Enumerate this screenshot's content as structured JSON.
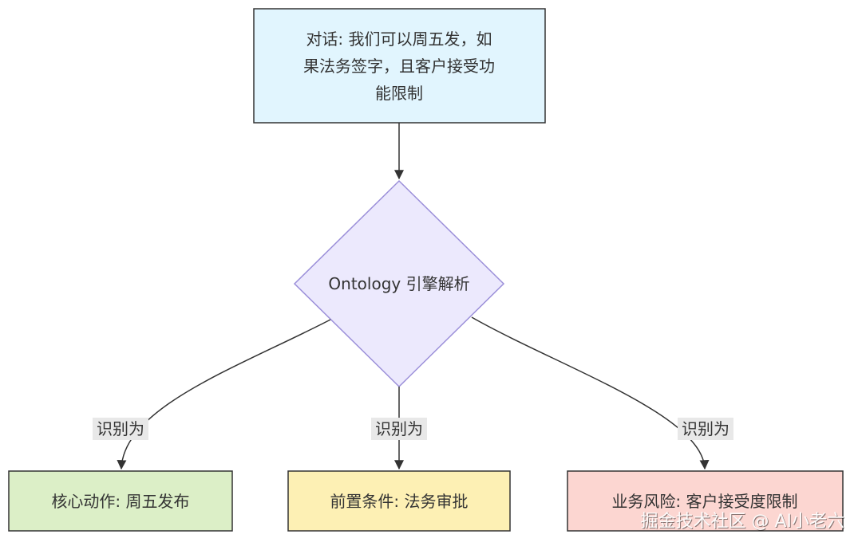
{
  "colors": {
    "start_fill": "#e1f5fe",
    "decision_fill": "#ece9fd",
    "decision_stroke": "#9b8fd9",
    "action_fill": "#dcefc7",
    "condition_fill": "#fdf0b4",
    "risk_fill": "#fcd6d1",
    "border": "#333333",
    "edge": "#333333",
    "label_bg": "#e8e8e8"
  },
  "nodes": {
    "dialog": {
      "lines": [
        "对话: 我们可以周五发，如",
        "果法务签字，且客户接受功",
        "能限制"
      ]
    },
    "engine": {
      "label": "Ontology 引擎解析"
    },
    "action": {
      "label": "核心动作: 周五发布"
    },
    "condition": {
      "label": "前置条件: 法务审批"
    },
    "risk": {
      "label": "业务风险: 客户接受度限制"
    }
  },
  "edges": {
    "left_label": "识别为",
    "middle_label": "识别为",
    "right_label": "识别为"
  },
  "watermark": {
    "text": "掘金技术社区 @ AI小老六"
  }
}
